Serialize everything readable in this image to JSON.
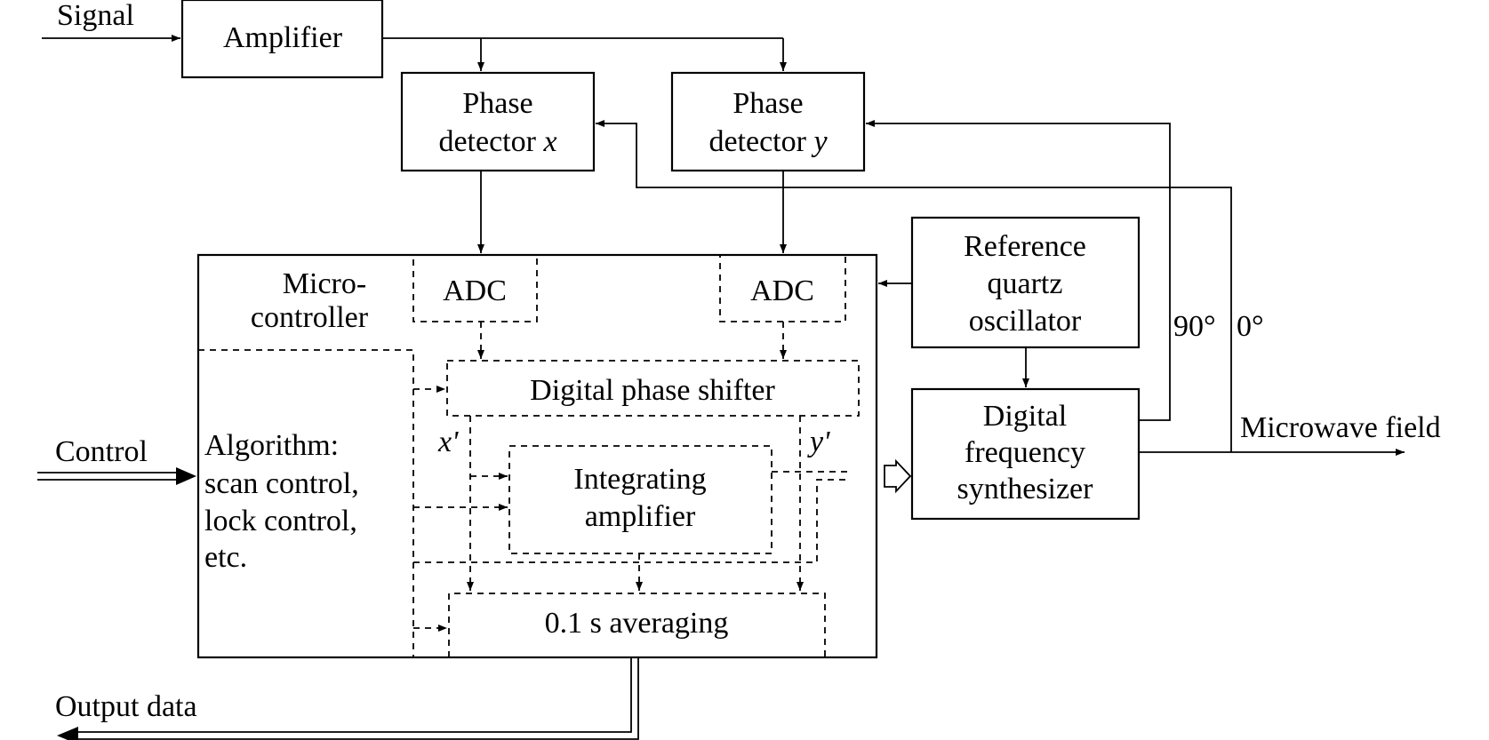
{
  "inputs": {
    "signal": "Signal",
    "control": "Control",
    "output_data": "Output data",
    "microwave_field": "Microwave field"
  },
  "blocks": {
    "amplifier": "Amplifier",
    "phase_x": {
      "line1": "Phase",
      "line2": "detector",
      "var": "x"
    },
    "phase_y": {
      "line1": "Phase",
      "line2": "detector",
      "var": "y"
    },
    "reference": {
      "line1": "Reference",
      "line2": "quartz",
      "line3": "oscillator"
    },
    "synthesizer": {
      "line1": "Digital",
      "line2": "frequency",
      "line3": "synthesizer"
    },
    "microcontroller": {
      "line1": "Micro-",
      "line2": "controller"
    },
    "adc_left": "ADC",
    "adc_right": "ADC",
    "phase_shifter": "Digital phase shifter",
    "integrator": {
      "line1": "Integrating",
      "line2": "amplifier"
    },
    "averaging": "0.1 s averaging",
    "algorithm": {
      "line1": "Algorithm:",
      "line2": "scan control,",
      "line3": "lock control,",
      "line4": "etc."
    }
  },
  "labels": {
    "x_prime": "x'",
    "y_prime": "y'",
    "deg90": "90°",
    "deg0": "0°"
  }
}
